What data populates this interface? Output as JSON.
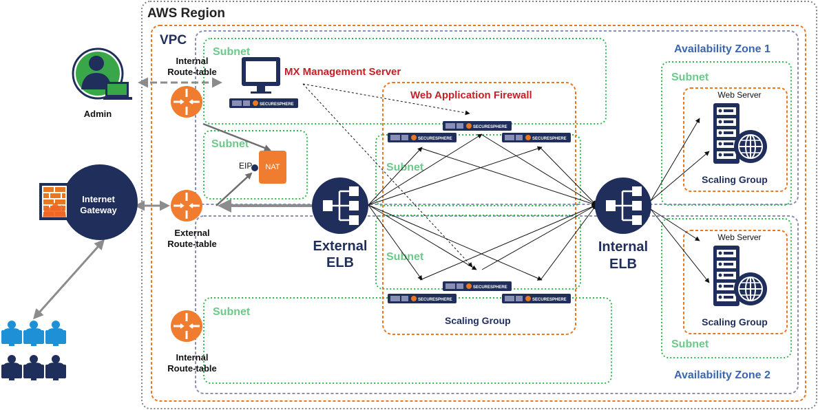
{
  "labels": {
    "aws_region": "AWS Region",
    "vpc": "VPC",
    "az1": "Availability Zone 1",
    "az2": "Availability Zone 2",
    "subnet": "Subnet",
    "mx_server": "MX Management Server",
    "waf": "Web Application Firewall",
    "waf_scaling_group": "Scaling Group",
    "admin": "Admin",
    "internet_gateway": [
      "Internet",
      "Gateway"
    ],
    "internal_route_table": [
      "Internal",
      "Route-table"
    ],
    "external_route_table": [
      "External",
      "Route-table"
    ],
    "eip": "EIP",
    "nat": "NAT",
    "external_elb": [
      "External",
      "ELB"
    ],
    "internal_elb": [
      "Internal",
      "ELB"
    ],
    "web_server": "Web Server",
    "web_scaling_group": "Scaling Group",
    "appliance_brand": "SECURESPHERE"
  },
  "colors": {
    "region_border": "#808080",
    "vpc_border": "#e87722",
    "az_border": "#8a8fb5",
    "subnet_border": "#2eb84f",
    "subnet_text": "#6cc98a",
    "waf_border": "#e87722",
    "waf_title": "#c62026",
    "mx_title": "#c62026",
    "navy": "#1f2e5a",
    "az_text": "#3a66b0",
    "router_orange": "#f07c2f",
    "nat_orange": "#f07c2f",
    "admin_green": "#3aa64a",
    "users_blue": "#1e90d6",
    "users_navy": "#1f2e5a"
  }
}
